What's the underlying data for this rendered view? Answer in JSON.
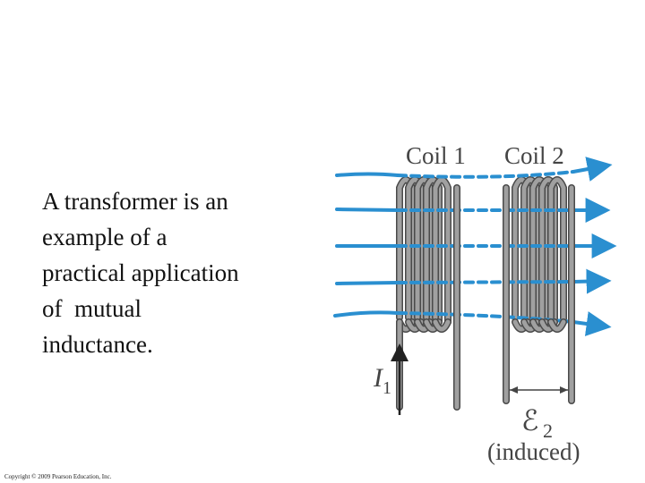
{
  "slide": {
    "body_lines": [
      "A transformer is an",
      "example of a",
      "practical application",
      "of  mutual",
      "inductance."
    ],
    "copyright": "Copyright © 2009 Pearson Education, Inc."
  },
  "diagram": {
    "coil1_label": "Coil 1",
    "coil2_label": "Coil 2",
    "current_symbol": "I",
    "current_subscript": "1",
    "emf_symbol": "ℰ",
    "emf_subscript": "2",
    "emf_note": "(induced)",
    "colors": {
      "field_lines": "#2a8fd0",
      "coil_wire": "#8a8a8a",
      "wire_outline": "#4a4a4a",
      "labels": "#444444",
      "current_arrow": "#222222"
    }
  }
}
